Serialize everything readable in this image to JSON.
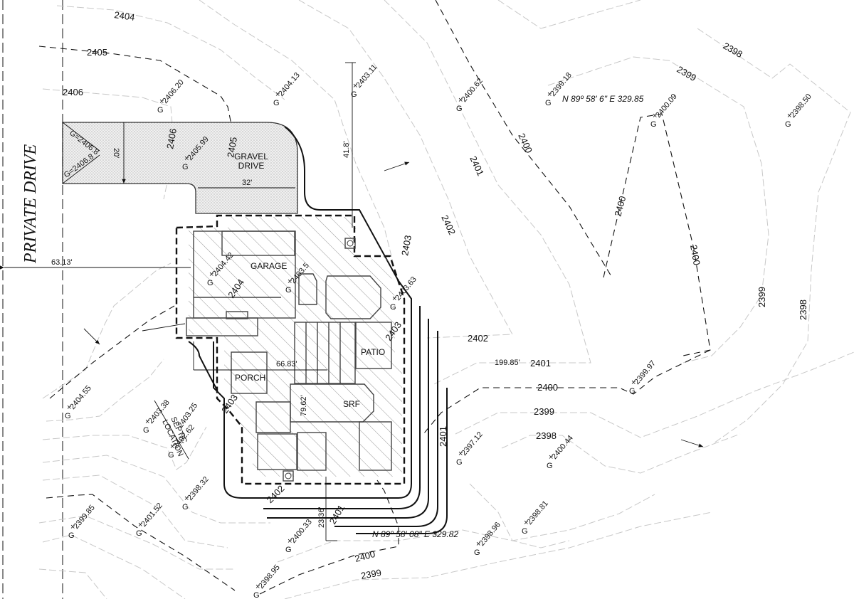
{
  "drawing": {
    "road_label": "PRIVATE DRIVE",
    "driveway_label_line1": "GRAVEL",
    "driveway_label_line2": "DRIVE",
    "rooms": {
      "garage": "GARAGE",
      "porch": "PORCH",
      "patio": "PATIO",
      "srf": "SRF"
    },
    "septic": {
      "line1": "SEPTIC",
      "line2": "LOCATION",
      "value": "2403.25"
    },
    "bearings": {
      "north": "N 89º 58'   6\" E  329.85",
      "south": "N 89º 58' 08\" E  329.82"
    },
    "dimensions": {
      "setback_west": "63.13'",
      "setback_north": "41.8'",
      "setback_east": "199.85'",
      "setback_south": "23.36'",
      "interior_x": "66.83'",
      "interior_y": "79.62'",
      "drive_width": "20'",
      "drive_length": "32'",
      "drive_grade_1": "G=2406.8",
      "drive_grade_2": "G=2406.8"
    },
    "contours": {
      "c2404_top": "2404",
      "c2405_top": "2405",
      "c2406_top": "2406",
      "c2406_drive": "2406",
      "c2405_drive": "2405",
      "c2404_garage": "2404",
      "c2403_east": "2403",
      "c2403_patio": "2403",
      "c2403_west": "2403",
      "c2402_north": "2402",
      "c2402_east": "2402",
      "c2402_south": "2402",
      "c2401_north": "2401",
      "c2401_east": "2401",
      "c2401_vert": "2401",
      "c2401_south": "2401",
      "c2400_diag": "2400",
      "c2400_v1": "2400",
      "c2400_v2": "2400",
      "c2400_east": "2400",
      "c2400_south": "2400",
      "c2399_ne": "2399",
      "c2399_east": "2399",
      "c2399_vert": "2399",
      "c2399_south": "2399",
      "c2398_ne": "2398",
      "c2398_east": "2398",
      "c2398_vert": "2398"
    },
    "grade_marker": "G",
    "spot_elevations": [
      "2406.20",
      "2404.13",
      "2403.11",
      "2400.62",
      "2399.18",
      "2400.09",
      "2398.50",
      "2405.99",
      "2404.42",
      "2403.5",
      "2403.63",
      "2404.55",
      "2403.38",
      "2402.62",
      "2398.32",
      "2399.85",
      "2401.52",
      "2400.33",
      "2398.95",
      "2398.96",
      "2398.81",
      "2397.12",
      "2400.44",
      "2399.97"
    ]
  }
}
